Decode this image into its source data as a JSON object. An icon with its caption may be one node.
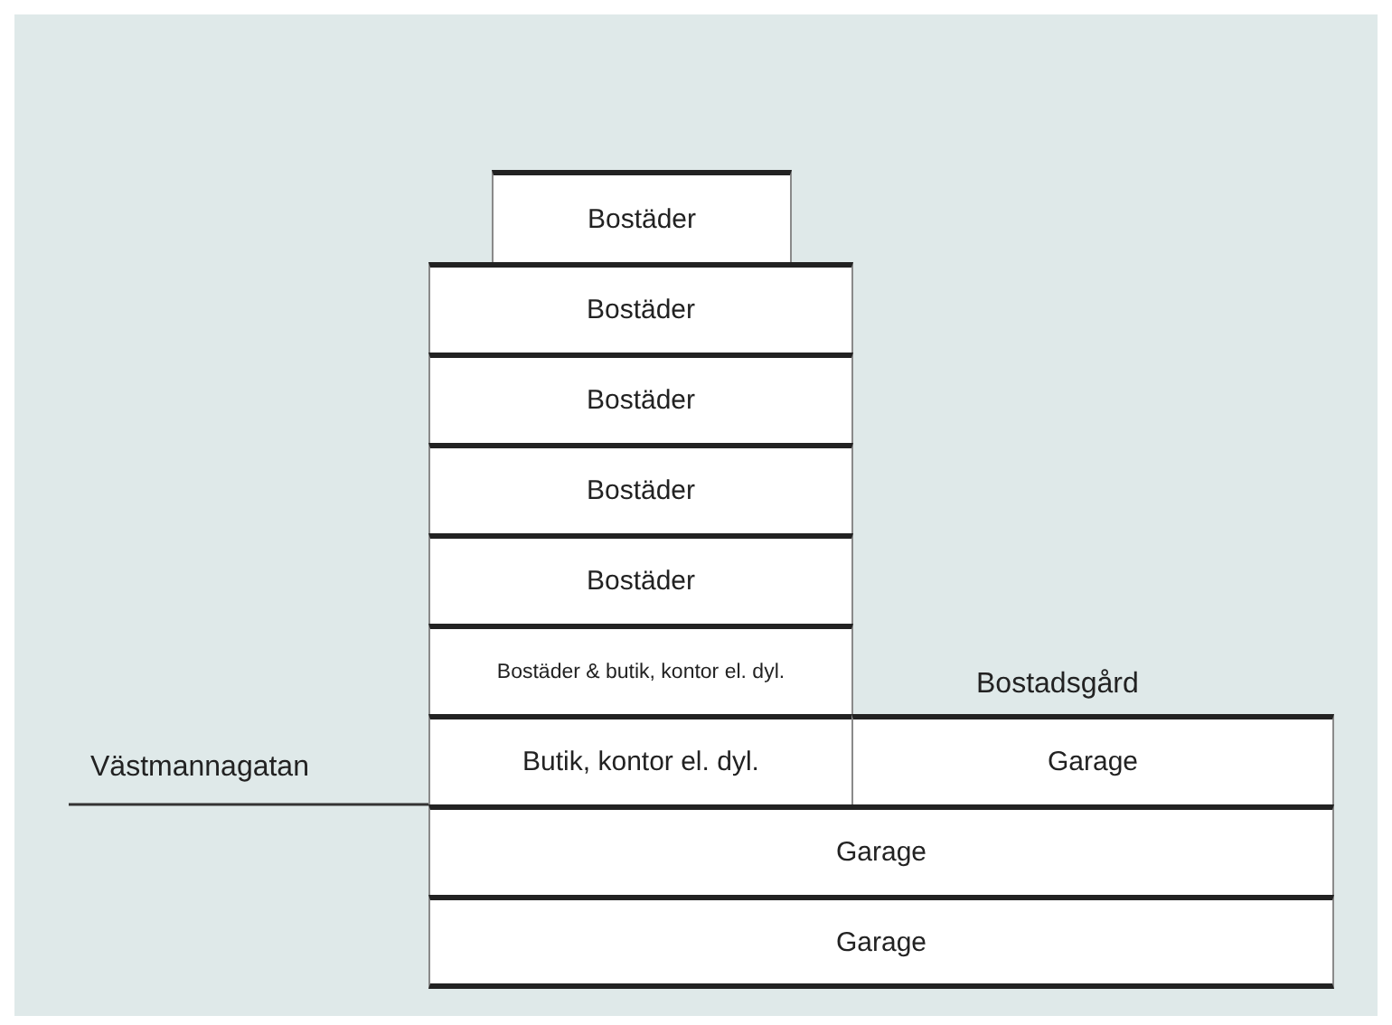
{
  "diagram": {
    "nodes": [
      {
        "text": [
          "Bostäder"
        ]
      },
      {
        "text": [
          "Bostäder"
        ]
      },
      {
        "text": [
          "Bostäder"
        ]
      },
      {
        "text": [
          "Bostäder"
        ]
      },
      {
        "text": [
          "Bostäder"
        ]
      },
      {
        "text": [
          "Bostäder & butik, kontor el. dyl."
        ]
      },
      {
        "text": [
          "Butik, kontor el. dyl."
        ]
      },
      {
        "text": [
          "Garage"
        ]
      },
      {
        "text": [
          "Garage"
        ]
      },
      {
        "text": [
          "Garage"
        ]
      }
    ],
    "edges": [],
    "labels": [
      "Västmannagatan",
      "Bostadsgård"
    ]
  }
}
